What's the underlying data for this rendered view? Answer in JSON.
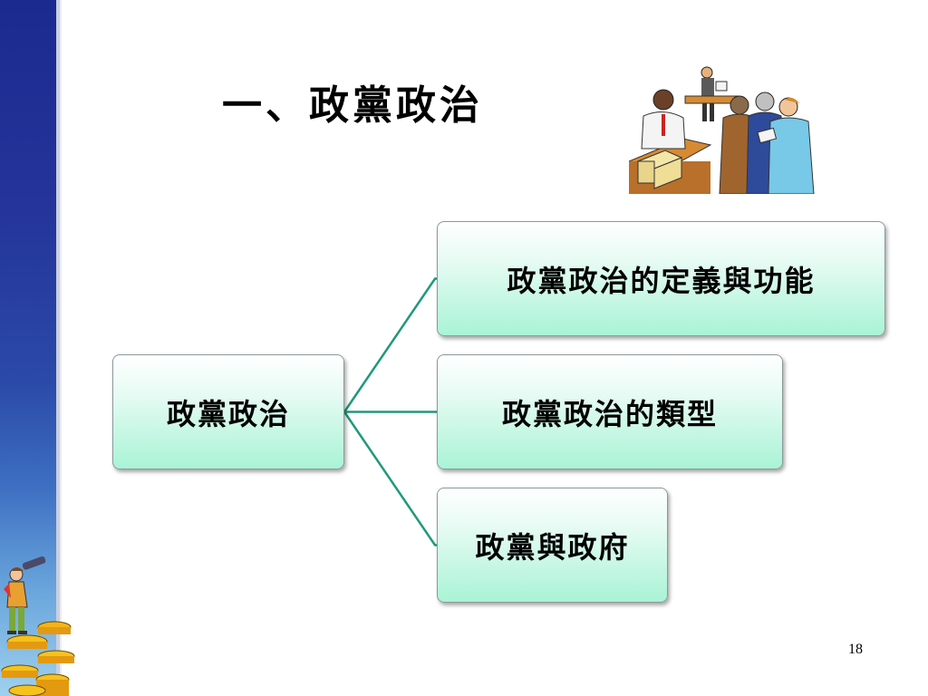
{
  "slide": {
    "title": "一、政黨政治",
    "page_number": "18"
  },
  "diagram": {
    "root": "政黨政治",
    "branches": [
      "政黨政治的定義與功能",
      "政黨政治的類型",
      "政黨與政府"
    ],
    "connector_color": "#1f9a7a"
  },
  "decor": {
    "band_color": "#1a2a8f",
    "clipart_top": "voting-people-clipart",
    "clipart_bottom": "telescope-person-clipart"
  }
}
